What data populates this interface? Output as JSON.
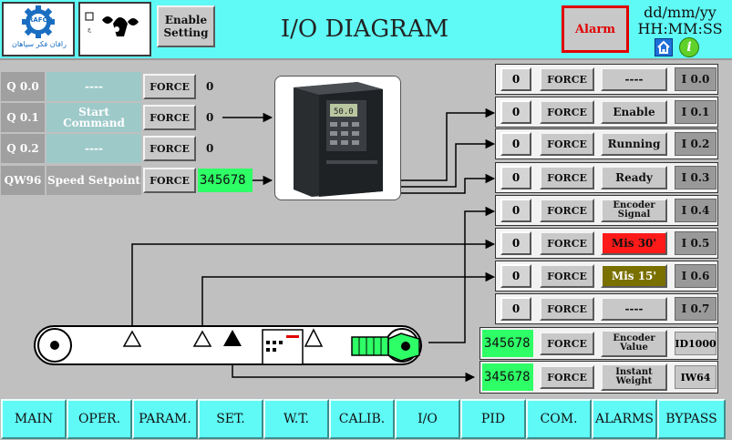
{
  "header": {
    "title": "I/O DIAGRAM",
    "logo_brand": "RAFCO",
    "logo_sub": "رافان فکر سپاهان",
    "enable_setting_label": "Enable\nSetting",
    "alarm_label": "Alarm",
    "date_text": "dd/mm/yy",
    "time_text": "HH:MM:SS",
    "home_icon": "home-icon",
    "info_icon": "info-icon"
  },
  "outputs": [
    {
      "address": "Q 0.0",
      "desc": "----",
      "force": "FORCE",
      "value": "0"
    },
    {
      "address": "Q 0.1",
      "desc": "Start Command",
      "force": "FORCE",
      "value": "0"
    },
    {
      "address": "Q 0.2",
      "desc": "----",
      "force": "FORCE",
      "value": "0"
    },
    {
      "address": "QW96",
      "desc": "Speed Setpoint",
      "force": "FORCE",
      "value": "345678"
    }
  ],
  "inputs": [
    {
      "value": "0",
      "force": "FORCE",
      "desc": "----",
      "tag": "I 0.0",
      "color": "#c8c8c8"
    },
    {
      "value": "0",
      "force": "FORCE",
      "desc": "Enable",
      "tag": "I 0.1",
      "color": "#c8c8c8"
    },
    {
      "value": "0",
      "force": "FORCE",
      "desc": "Running",
      "tag": "I 0.2",
      "color": "#c8c8c8"
    },
    {
      "value": "0",
      "force": "FORCE",
      "desc": "Ready",
      "tag": "I 0.3",
      "color": "#c8c8c8"
    },
    {
      "value": "0",
      "force": "FORCE",
      "desc": "Encoder Signal",
      "tag": "I 0.4",
      "color": "#c8c8c8"
    },
    {
      "value": "0",
      "force": "FORCE",
      "desc": "Mis 30'",
      "tag": "I 0.5",
      "color": "#ff1a1a"
    },
    {
      "value": "0",
      "force": "FORCE",
      "desc": "Mis 15'",
      "tag": "I 0.6",
      "color": "#7a7000"
    },
    {
      "value": "0",
      "force": "FORCE",
      "desc": "----",
      "tag": "I 0.7",
      "color": "#c8c8c8"
    }
  ],
  "analog_inputs": [
    {
      "value": "345678",
      "force": "FORCE",
      "desc": "Encoder Value",
      "tag": "ID1000"
    },
    {
      "value": "345678",
      "force": "FORCE",
      "desc": "Instant Weight",
      "tag": "IW64"
    }
  ],
  "nav": [
    "MAIN",
    "OPER.",
    "PARAM.",
    "SET.",
    "W.T.",
    "CALIB.",
    "I/O",
    "PID",
    "COM.",
    "ALARMS",
    "BYPASS"
  ],
  "drive_display": "50.0"
}
